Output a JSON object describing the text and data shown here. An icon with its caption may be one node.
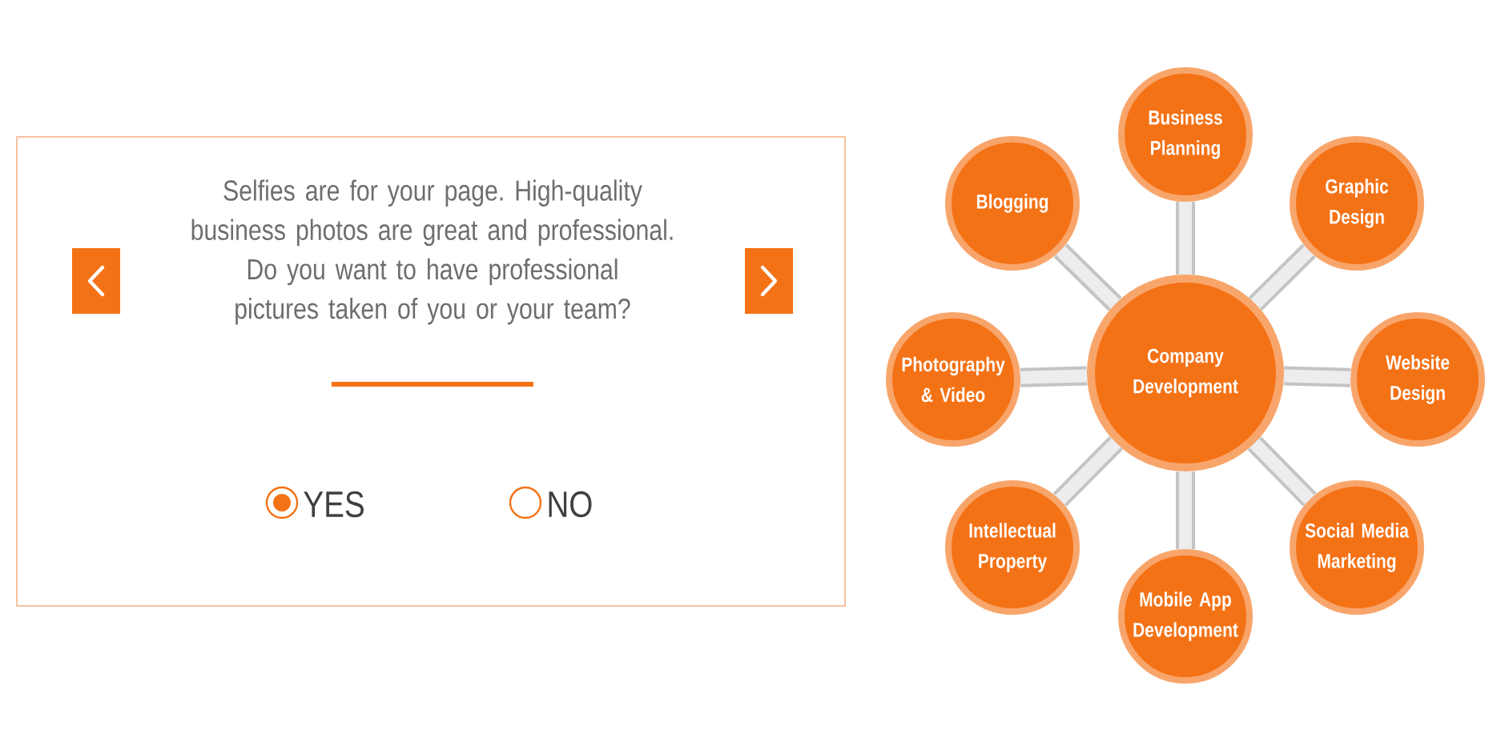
{
  "diagram": {
    "nodes": [
      {
        "text": [
          "Selfies are for your page. High-quality business photos are great and professional. Do you want to have professional pictures taken of you or your team?",
          "YES",
          "NO"
        ]
      },
      {
        "text": [
          "Business Planning"
        ]
      },
      {
        "text": [
          "Blogging"
        ]
      },
      {
        "text": [
          "Graphic Design"
        ]
      },
      {
        "text": [
          "Photography & Video"
        ]
      },
      {
        "text": [
          "Company Development"
        ]
      },
      {
        "text": [
          "Website Design"
        ]
      },
      {
        "text": [
          "Intellectual Property"
        ]
      },
      {
        "text": [
          "Social Media Marketing"
        ]
      },
      {
        "text": [
          "Mobile App Development"
        ]
      }
    ],
    "edges": [
      {
        "from": 5,
        "to": 1,
        "arrow": "none"
      },
      {
        "from": 5,
        "to": 2,
        "arrow": "none"
      },
      {
        "from": 5,
        "to": 3,
        "arrow": "none"
      },
      {
        "from": 5,
        "to": 4,
        "arrow": "none"
      },
      {
        "from": 5,
        "to": 6,
        "arrow": "none"
      },
      {
        "from": 5,
        "to": 7,
        "arrow": "none"
      },
      {
        "from": 5,
        "to": 8,
        "arrow": "none"
      },
      {
        "from": 5,
        "to": 9,
        "arrow": "none"
      }
    ]
  }
}
